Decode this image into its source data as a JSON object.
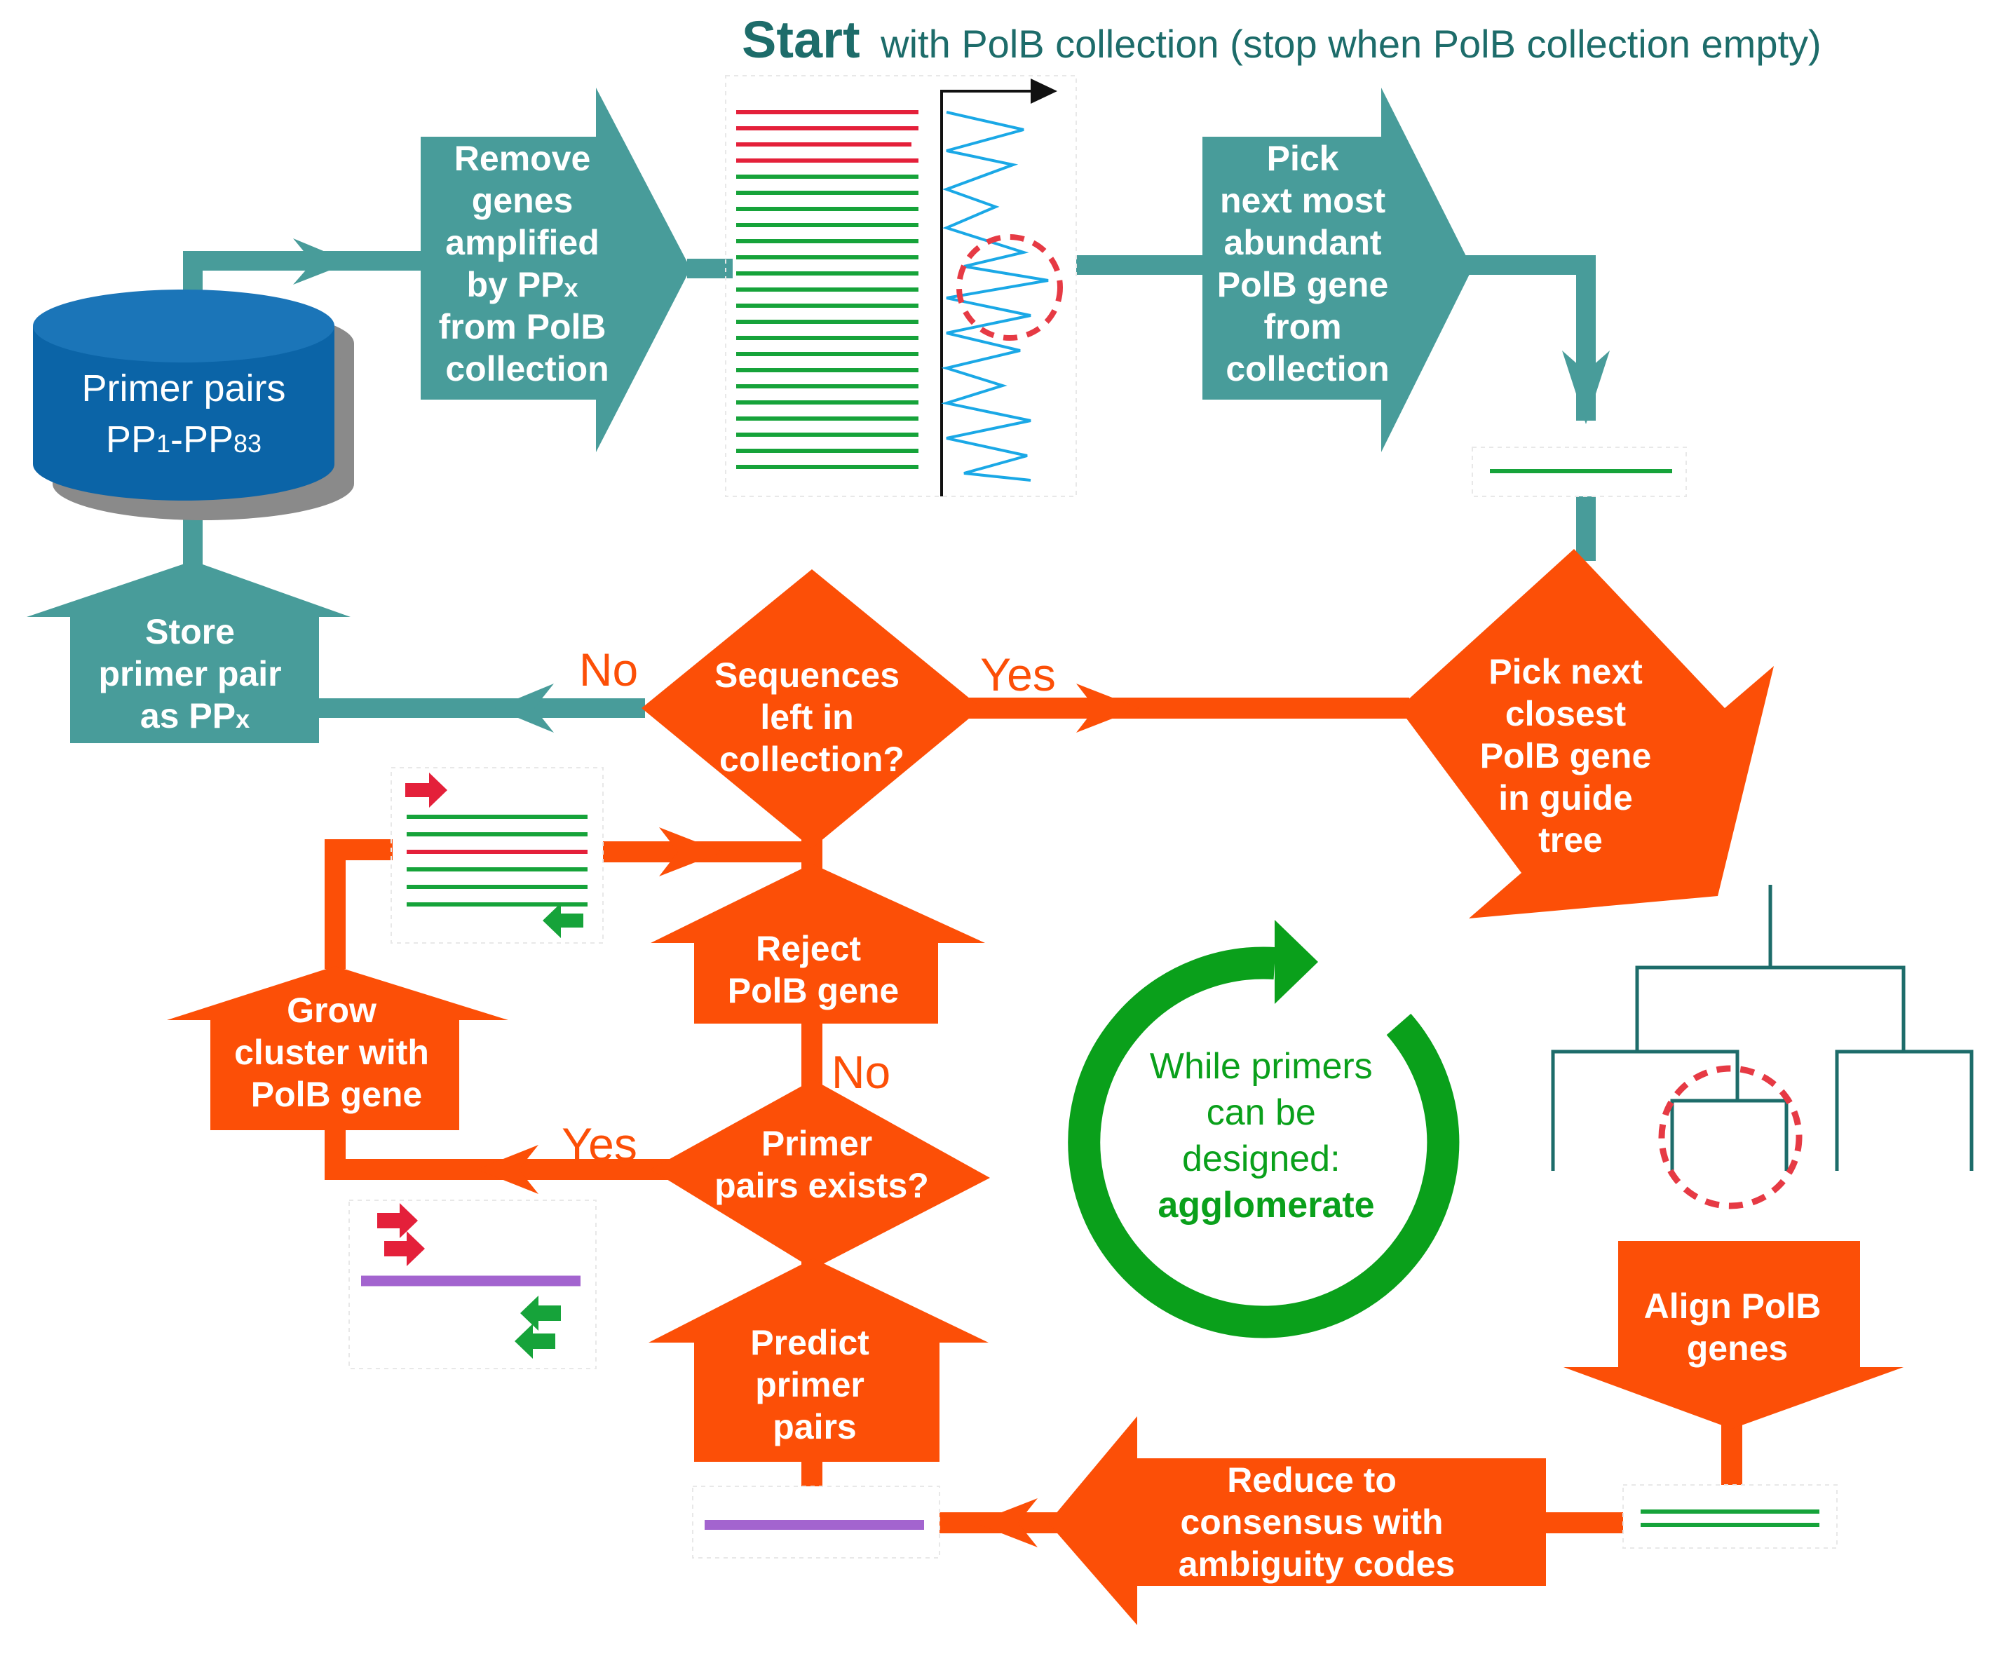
{
  "colors": {
    "teal": "#489c9a",
    "orange": "#fc4f07",
    "db_blue": "#0b64a7",
    "db_shadow": "#8a8a8a",
    "seq_green": "#16a33a",
    "seq_red": "#e4203a",
    "chromatogram": "#1aa8e6",
    "purple": "#a364cf",
    "tree": "#1d6c6a",
    "loop_green": "#0aa01b",
    "title_teal": "#1d6c6a",
    "highlight_red": "#e63a44"
  },
  "title": {
    "strong": "Start",
    "rest": "with PolB collection (stop when PolB collection empty)"
  },
  "database": {
    "icon": "database-cylinder-icon",
    "lines": [
      "Primer pairs"
    ],
    "range_parts": [
      "PP",
      "1",
      "-PP",
      "83"
    ]
  },
  "steps": {
    "remove": {
      "lines": [
        "Remove",
        "genes",
        "amplified"
      ],
      "sub_line": [
        "by PP",
        "x"
      ],
      "lines_after": [
        "from PolB",
        "collection"
      ]
    },
    "pick_abundant": {
      "lines": [
        "Pick",
        "next most",
        "abundant",
        "PolB gene",
        "from",
        "collection"
      ]
    },
    "store": {
      "lines": [
        "Store",
        "primer pair"
      ],
      "sub_line": [
        "as PP",
        "x"
      ]
    },
    "sequences_left": {
      "lines": [
        "Sequences",
        "left in",
        "collection?"
      ]
    },
    "pick_closest": {
      "lines": [
        "Pick next",
        "closest",
        "PolB gene",
        "in guide",
        "tree"
      ]
    },
    "reject": {
      "lines": [
        "Reject",
        "PolB gene"
      ]
    },
    "grow": {
      "lines": [
        "Grow",
        "cluster with",
        "PolB gene"
      ]
    },
    "primer_exists": {
      "lines": [
        "Primer",
        "pairs exists?"
      ]
    },
    "predict": {
      "lines": [
        "Predict",
        "primer",
        "pairs"
      ]
    },
    "align": {
      "lines": [
        "Align PolB",
        "genes"
      ]
    },
    "reduce": {
      "lines": [
        "Reduce to",
        "consensus with",
        "ambiguity codes"
      ]
    }
  },
  "labels": {
    "no_top": "No",
    "yes_top": "Yes",
    "no_mid": "No",
    "yes_mid": "Yes"
  },
  "loop": {
    "icon": "circular-arrow-icon",
    "lines": [
      "While primers",
      "can be",
      "designed:"
    ],
    "strong": "agglomerate"
  }
}
